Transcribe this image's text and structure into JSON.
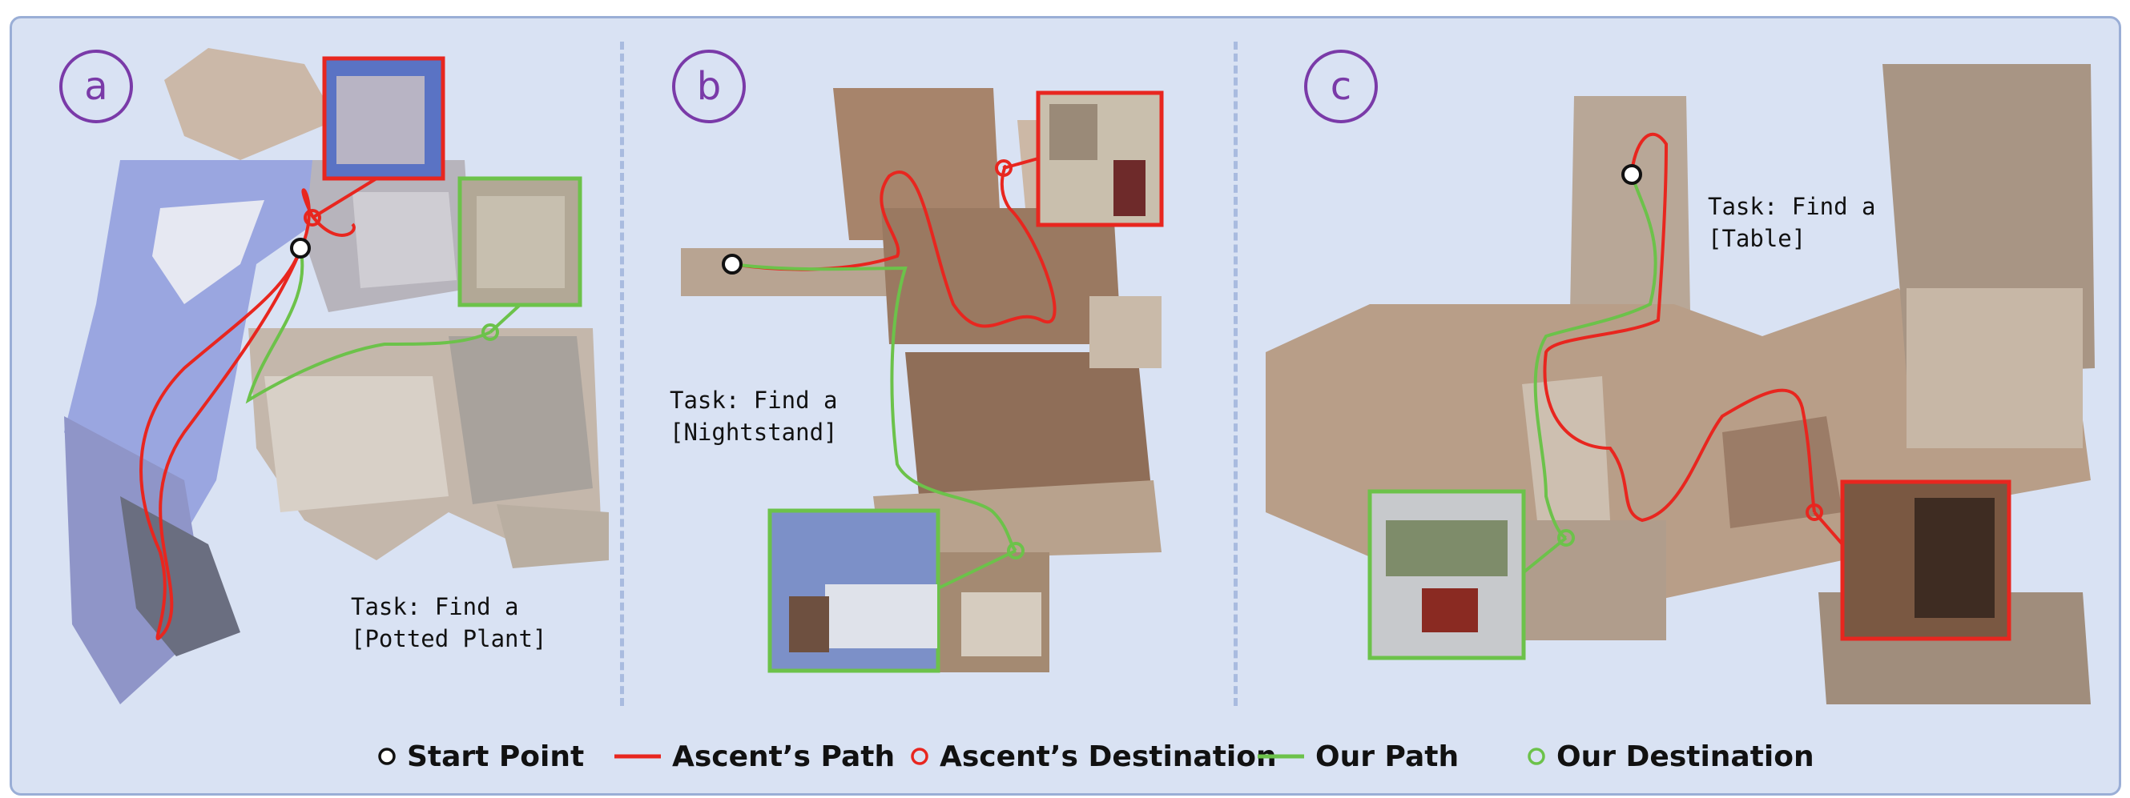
{
  "panels": [
    {
      "label": "a",
      "task_line1": "Task: Find a",
      "task_line2": "[Potted Plant]"
    },
    {
      "label": "b",
      "task_line1": "Task: Find a",
      "task_line2": "[Nightstand]"
    },
    {
      "label": "c",
      "task_line1": "Task: Find a",
      "task_line2": "[Table]"
    }
  ],
  "legend": {
    "start": "Start Point",
    "ascent_path": "Ascent’s Path",
    "ascent_destination": "Ascent’s Destination",
    "our_path": "Our Path",
    "our_destination": "Our Destination"
  },
  "colors": {
    "ascent": "#e8261f",
    "ours": "#6cc24a",
    "label": "#7a3aa8",
    "background": "#d9e2f3",
    "border": "#9aaed6"
  }
}
